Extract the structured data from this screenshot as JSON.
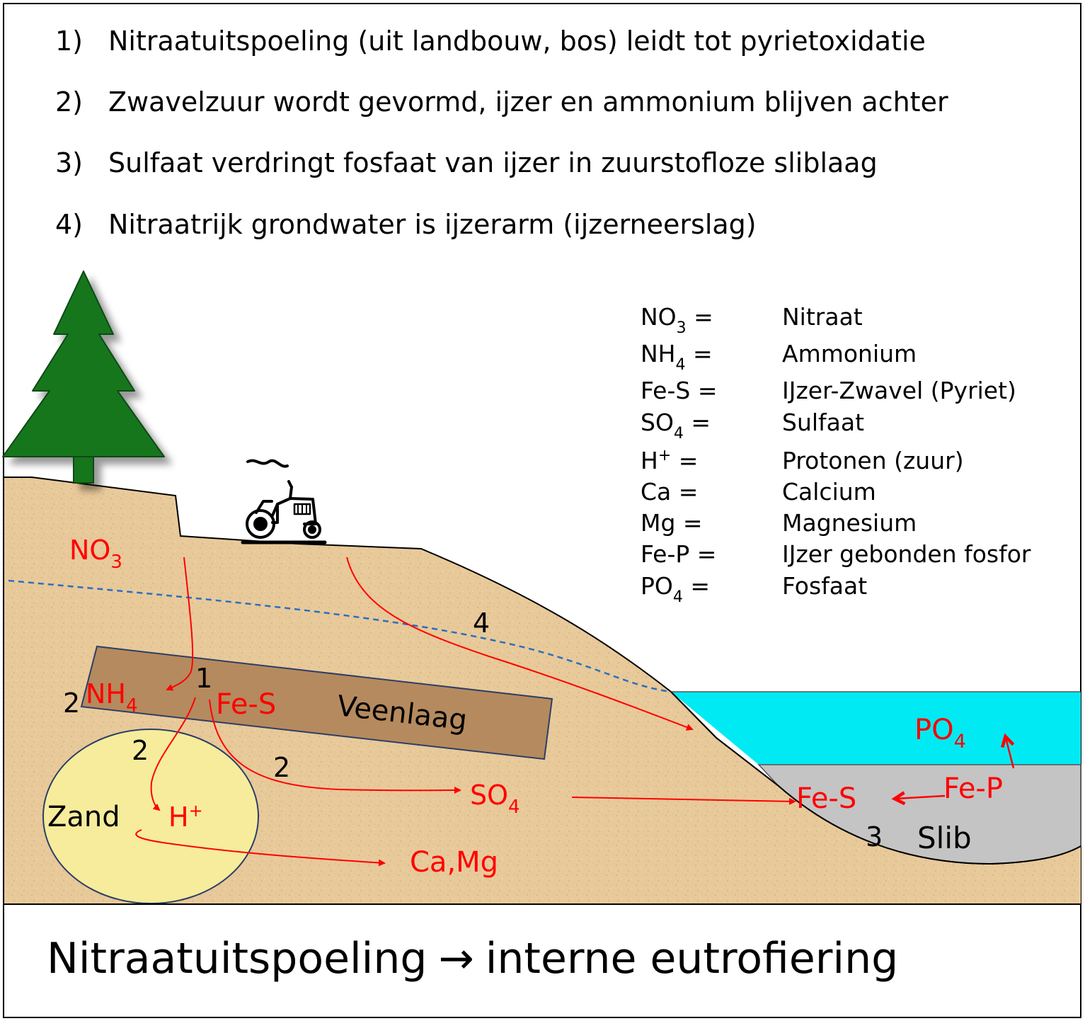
{
  "steps": [
    {
      "num": "1)",
      "text": "Nitraatuitspoeling (uit landbouw, bos) leidt tot pyrietoxidatie"
    },
    {
      "num": "2)",
      "text": "Zwavelzuur wordt gevormd, ijzer en ammonium blijven achter"
    },
    {
      "num": "3)",
      "text": "Sulfaat verdringt fosfaat van ijzer in zuurstofloze sliblaag"
    },
    {
      "num": "4)",
      "text": "Nitraatrijk grondwater is ijzerarm (ijzerneerslag)"
    }
  ],
  "legend": [
    {
      "formula": "NO",
      "sub": "3",
      "sup": "",
      "eq": " =",
      "meaning": "Nitraat"
    },
    {
      "formula": "NH",
      "sub": "4",
      "sup": "",
      "eq": " =",
      "meaning": "Ammonium"
    },
    {
      "formula": "Fe-S",
      "sub": "",
      "sup": "",
      "eq": " =",
      "meaning": "IJzer-Zwavel (Pyriet)"
    },
    {
      "formula": "SO",
      "sub": "4",
      "sup": "",
      "eq": " =",
      "meaning": "Sulfaat"
    },
    {
      "formula": "H",
      "sub": "",
      "sup": "+",
      "eq": " =",
      "meaning": "Protonen (zuur)"
    },
    {
      "formula": "Ca",
      "sub": "",
      "sup": "",
      "eq": " =",
      "meaning": "Calcium"
    },
    {
      "formula": "Mg",
      "sub": "",
      "sup": "",
      "eq": " =",
      "meaning": "Magnesium"
    },
    {
      "formula": "Fe-P",
      "sub": "",
      "sup": "",
      "eq": " =",
      "meaning": "IJzer gebonden fosfor"
    },
    {
      "formula": "PO",
      "sub": "4",
      "sup": "",
      "eq": " =",
      "meaning": "Fosfaat"
    }
  ],
  "labels": {
    "no3": {
      "base": "NO",
      "sub": "3"
    },
    "nh4": {
      "base": "NH",
      "sub": "4"
    },
    "fes_left": "Fe-S",
    "veenlaag": "Veenlaag",
    "zand": "Zand",
    "h_plus": {
      "base": "H",
      "sup": "+"
    },
    "so4": {
      "base": "SO",
      "sub": "4"
    },
    "camg": "Ca,Mg",
    "fes_right": "Fe-S",
    "fep": "Fe-P",
    "po4": {
      "base": "PO",
      "sub": "4"
    },
    "slib": "Slib",
    "n1": "1",
    "n2a": "2",
    "n2b": "2",
    "n2c": "2",
    "n3": "3",
    "n4": "4"
  },
  "caption": {
    "left": "Nitraatuitspoeling",
    "arrow": "→",
    "right": "interne eutrofiering"
  },
  "colors": {
    "soil": "#e8c99a",
    "peat": "#b58a5e",
    "sand": "#f6ec9c",
    "water": "#00eaf4",
    "silt": "#c4c4c4",
    "tree": "#15761d",
    "process": "#ff0000",
    "groundwater": "#2a6fc0"
  }
}
